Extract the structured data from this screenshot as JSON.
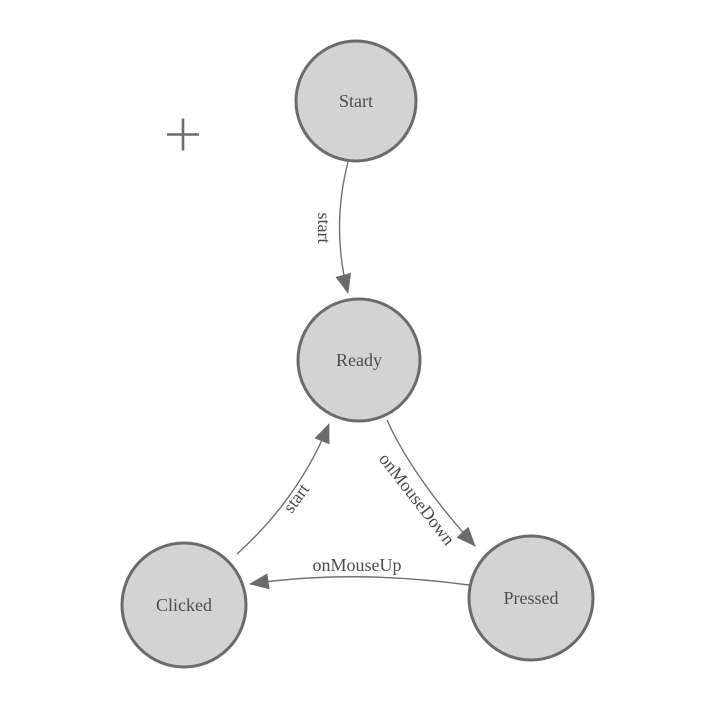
{
  "background_color": "#ffffff",
  "colors": {
    "node_fill": "#d3d3d3",
    "node_border": "#6b6b6b",
    "edge_line": "#707070",
    "arrowhead": "#6b6b6b",
    "label_text": "#4d4d4d"
  },
  "cursor": {
    "icon": "crosshair-plus"
  },
  "nodes": [
    {
      "id": "start",
      "label": "Start"
    },
    {
      "id": "ready",
      "label": "Ready"
    },
    {
      "id": "clicked",
      "label": "Clicked"
    },
    {
      "id": "pressed",
      "label": "Pressed"
    }
  ],
  "edges": [
    {
      "from": "start",
      "to": "ready",
      "label": "start"
    },
    {
      "from": "clicked",
      "to": "ready",
      "label": "start"
    },
    {
      "from": "ready",
      "to": "pressed",
      "label": "onMouseDown"
    },
    {
      "from": "pressed",
      "to": "clicked",
      "label": "onMouseUp"
    }
  ]
}
